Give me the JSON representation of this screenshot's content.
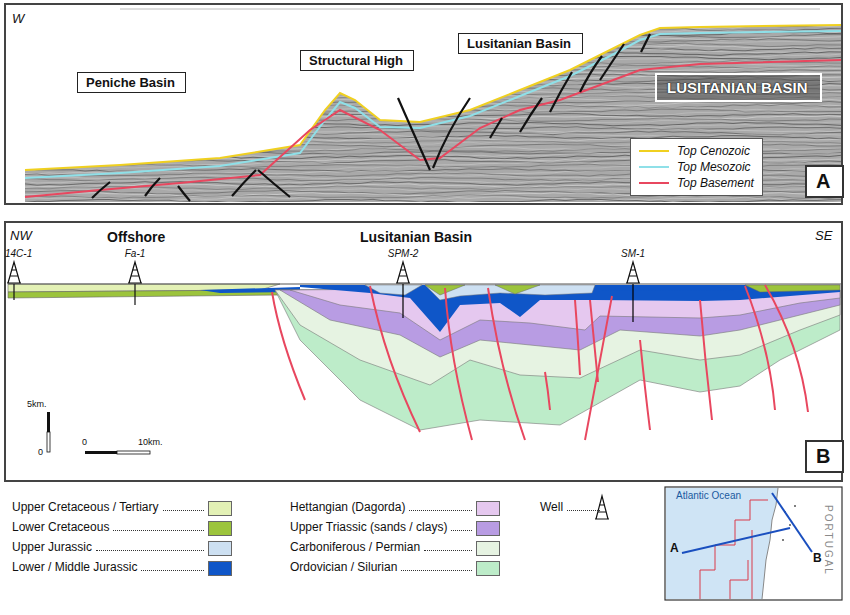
{
  "diagram": {
    "nodes": [
      {
        "text": [
          "Peniche Basin"
        ]
      },
      {
        "text": [
          "Structural High"
        ]
      },
      {
        "text": [
          "Lusitanian Basin"
        ]
      },
      {
        "text": [
          "LUSITANIAN BASIN"
        ]
      },
      {
        "text": [
          "A"
        ]
      },
      {
        "text": [
          "B"
        ]
      }
    ],
    "labels": [
      "W",
      "NW",
      "SE",
      "Offshore",
      "Lusitanian Basin",
      "14C-1",
      "Fa-1",
      "SPM-2",
      "SM-1",
      "5km.",
      "0",
      "0",
      "10km.",
      "Atlantic Ocean",
      "A",
      "B",
      "PORTUGAL"
    ],
    "legend": [
      {
        "text": "Top Cenozoic"
      },
      {
        "text": "Top Mesozoic"
      },
      {
        "text": "Top Basement"
      },
      {
        "text": "Upper Cretaceous / Tertiary",
        "color": "#e3f1b5"
      },
      {
        "text": "Lower Cretaceous",
        "color": "#9cc43c"
      },
      {
        "text": "Upper Jurassic",
        "color": "#cde0f2"
      },
      {
        "text": "Lower / Middle Jurassic",
        "color": "#0f56c8"
      },
      {
        "text": "Hettangian (Dagorda)",
        "color": "#e5c8ef"
      },
      {
        "text": "Upper Triassic (sands / clays)",
        "color": "#b89ce3"
      },
      {
        "text": "Carboniferous / Permian",
        "color": "#e6f3e2"
      },
      {
        "text": "Ordovician / Silurian",
        "color": "#bdecc9"
      },
      {
        "text": "Well"
      }
    ]
  }
}
